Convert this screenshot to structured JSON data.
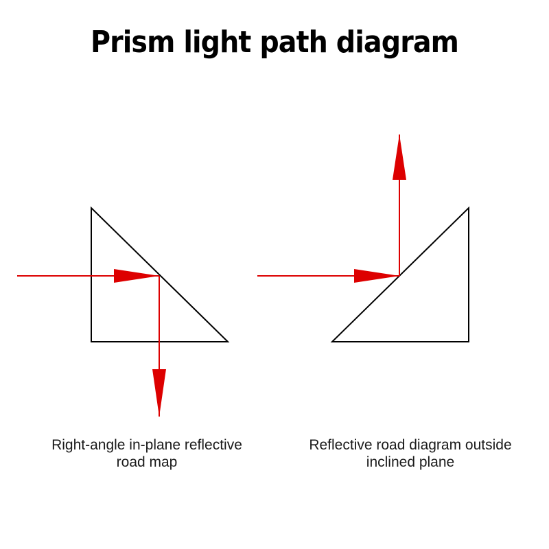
{
  "title": "Prism light path diagram",
  "colors": {
    "prism_outline": "#000000",
    "light_path": "#dd0000",
    "background": "#ffffff"
  },
  "diagrams": [
    {
      "caption_lines": [
        "Right-angle in-plane reflective",
        "road map"
      ]
    },
    {
      "caption_lines": [
        "Reflective road diagram outside",
        "inclined plane"
      ]
    }
  ]
}
